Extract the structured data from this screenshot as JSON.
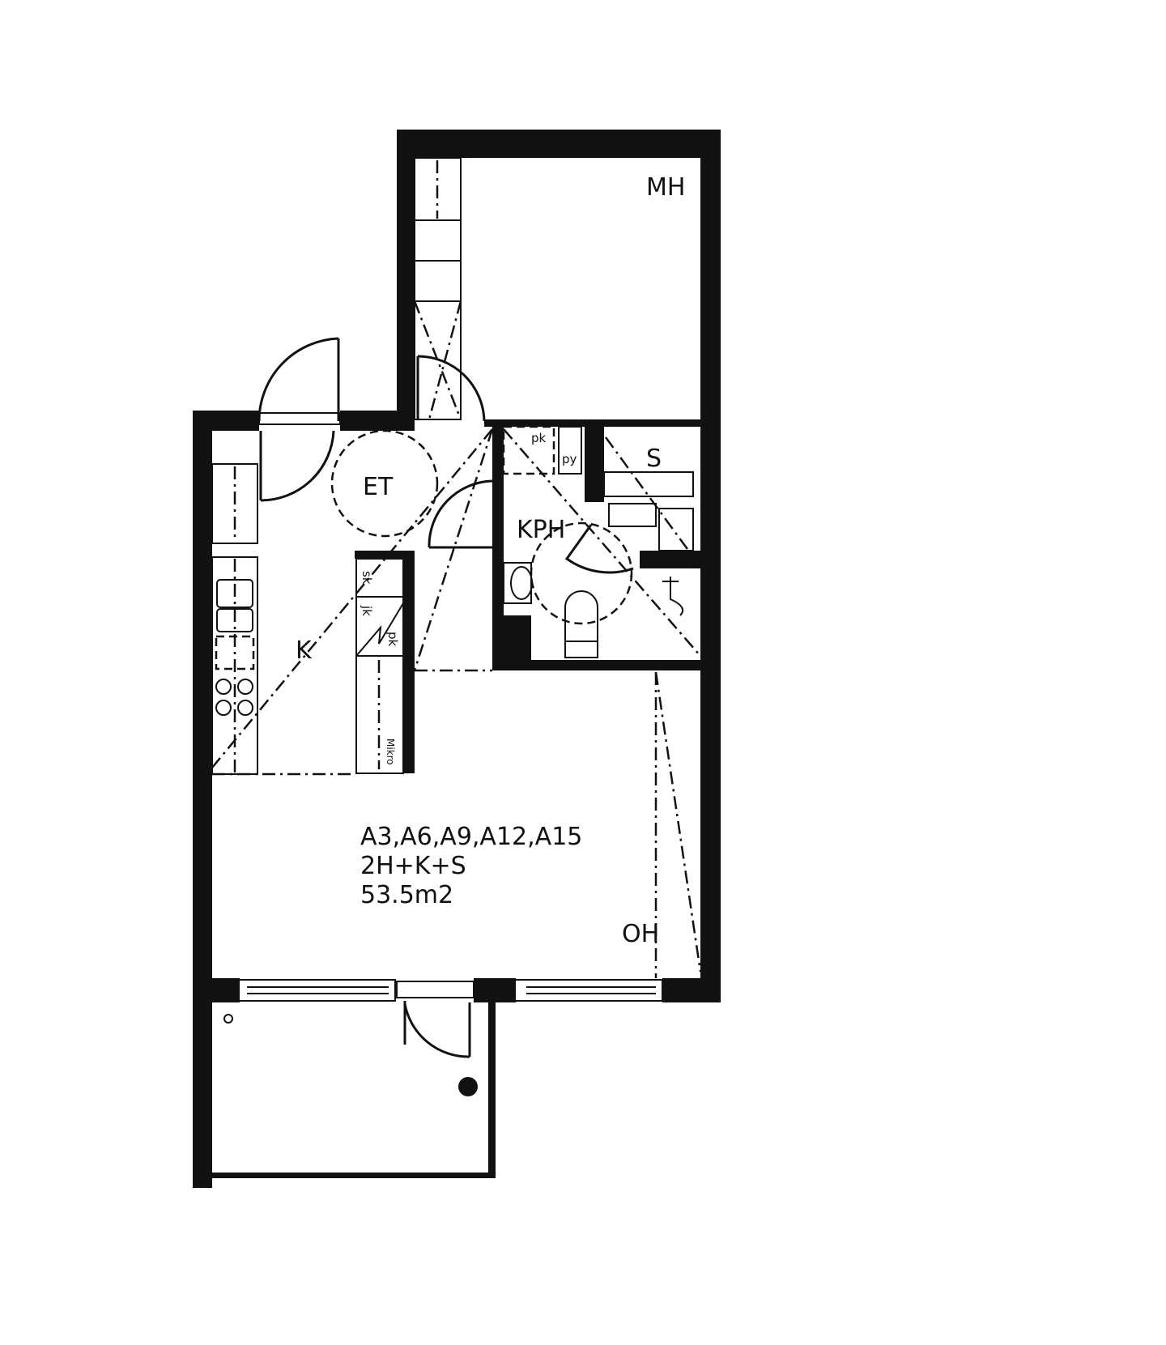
{
  "floorplan": {
    "rooms": {
      "bedroom": "MH",
      "entrance": "ET",
      "bathroom": "KPH",
      "sauna": "S",
      "kitchen": "K",
      "living_room": "OH"
    },
    "fixtures": {
      "closet_pk_bath": "pk",
      "washing_machine": "py",
      "cabinet_sk": "sk",
      "fridge_jk": "jk",
      "closet_pk_kitchen": "pk",
      "microwave": "Mikro"
    },
    "info": {
      "apartments": "A3,A6,A9,A12,A15",
      "type": "2H+K+S",
      "area": "53.5m2"
    }
  }
}
